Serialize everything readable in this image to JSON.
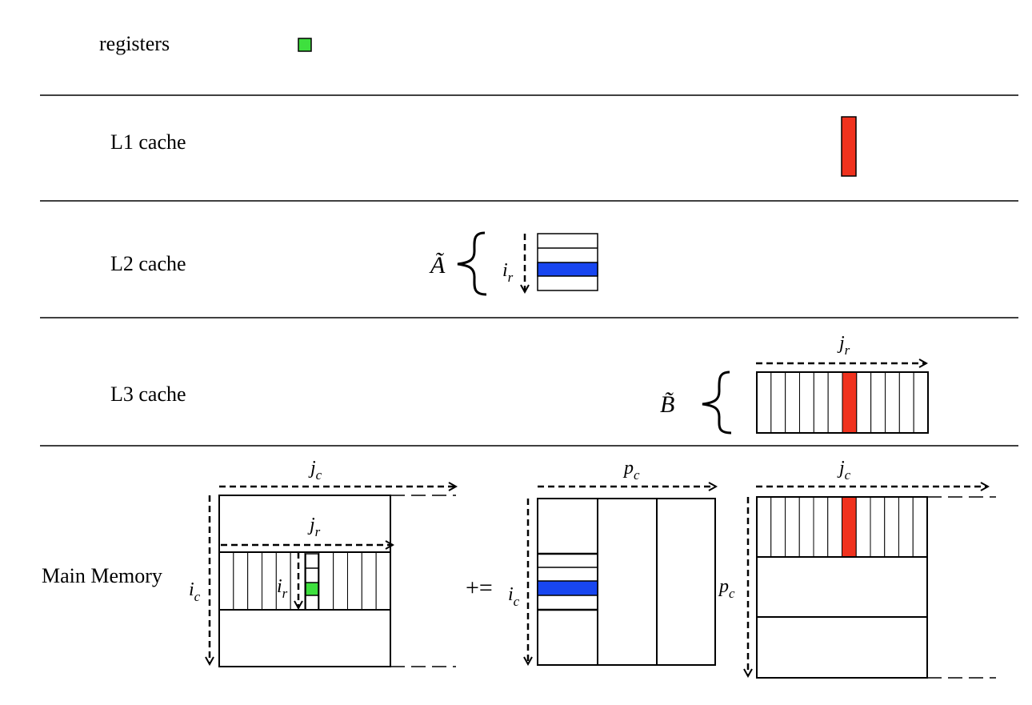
{
  "levels": {
    "registers": "registers",
    "l1": "L1 cache",
    "l2": "L2 cache",
    "l3": "L3 cache",
    "main": "Main Memory"
  },
  "symbols": {
    "a_tilde": "Ã",
    "b_tilde": "B̃",
    "plus_equals": "+="
  },
  "indices": {
    "i": "i",
    "j": "j",
    "p": "p",
    "r": "r",
    "c": "c"
  },
  "colors": {
    "register_block": "#3ee03e",
    "l1_block": "#f0321e",
    "a_row": "#1846f0",
    "line": "#000000"
  }
}
